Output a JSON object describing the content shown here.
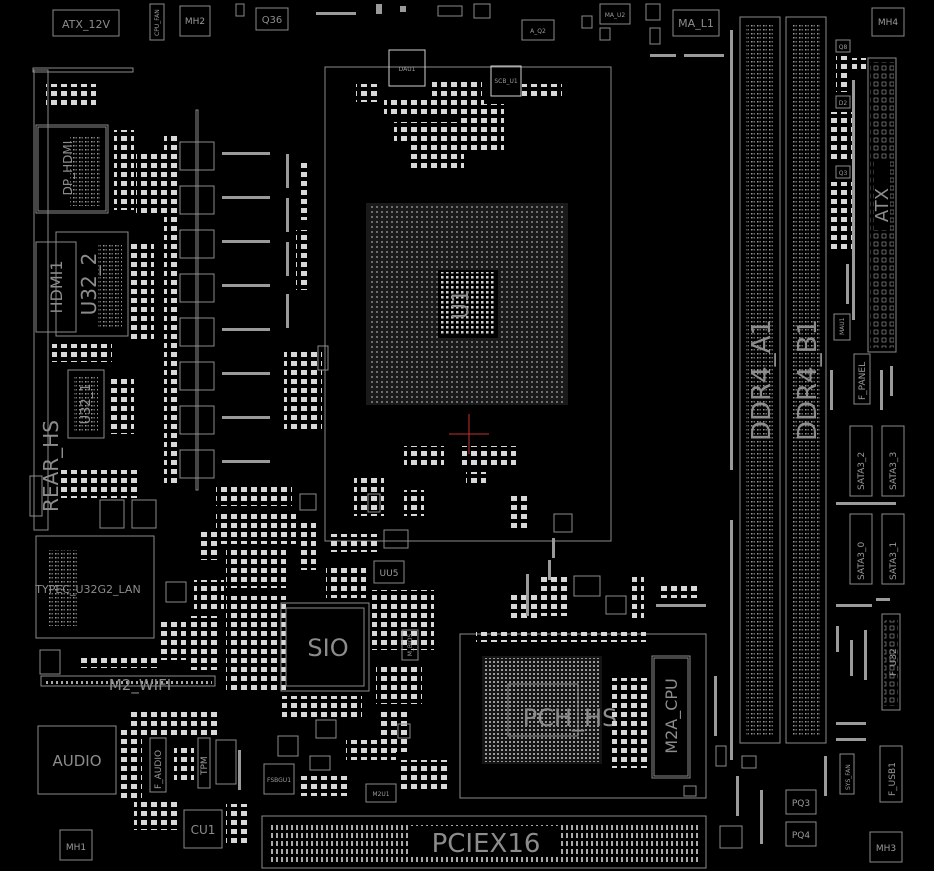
{
  "board": {
    "background": "#000000",
    "outline_color": "#8a8a8a",
    "pad_color": "#d8d8d8",
    "cursor_color": "#c23030"
  },
  "labels": {
    "atx_12v": "ATX_12V",
    "cpu_fan": "CPU_FAN",
    "mh2": "MH2",
    "q36": "Q36",
    "ma_u2": "MA_U2",
    "ma_l1": "MA_L1",
    "mh4": "MH4",
    "a_q2": "A_Q2",
    "dau1": "DAU1",
    "scb_u1": "SCB_U1",
    "dp_hdmi": "DP_HDMI",
    "hdmi1": "HDMI1",
    "u32_2": "U32_2",
    "u32_1": "U32_1",
    "rear_hs": "REAR_HS",
    "typec_lan": "TYPEC_U32G2_LAN",
    "m2_wifi": "M2_WIFI",
    "audio": "AUDIO",
    "mh1": "MH1",
    "f_audio": "F_AUDIO",
    "tpm": "TPM",
    "cu1": "CU1",
    "sio": "SIO",
    "uu5": "UU5",
    "m_bios": "M_BIOS",
    "pch_hs": "PCH_HS",
    "m2a_cpu": "M2A_CPU",
    "pciex16": "PCIEX16",
    "ddr4_a1": "DDR4_A1",
    "ddr4_b1": "DDR4_B1",
    "atx": "ATX",
    "f_panel": "F_PANEL",
    "sata3_2": "SATA3_2",
    "sata3_3": "SATA3_3",
    "sata3_0": "SATA3_0",
    "sata3_1": "SATA3_1",
    "f_u32": "F_U32",
    "f_usb1": "F_USB1",
    "pq3": "PQ3",
    "pq4": "PQ4",
    "mh3": "MH3",
    "cpu_center": "U1",
    "fsbgu1": "FSBGU1",
    "m2u1": "M2U1",
    "q8": "Q8",
    "d2": "D2",
    "q3": "Q3",
    "mau1": "MAU1",
    "sys_fan": "SYS_FAN"
  }
}
